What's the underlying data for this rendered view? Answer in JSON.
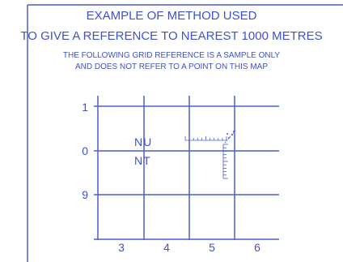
{
  "header": {
    "title_line1": "EXAMPLE OF METHOD USED",
    "title_line2": "TO GIVE A REFERENCE TO NEAREST 1000 METRES",
    "note_line1": "THE FOLLOWING GRID REFERENCE IS A SAMPLE ONLY",
    "note_line2": "AND DOES NOT REFER TO A POINT ON THIS MAP"
  },
  "grid": {
    "northing_labels": [
      "1",
      "0",
      "9"
    ],
    "easting_labels": [
      "3",
      "4",
      "5",
      "6"
    ],
    "square_upper": "NU",
    "square_lower": "NT"
  },
  "colors": {
    "ink": "#3f52c9",
    "line": "#4a5ed0",
    "background": "#ffffff"
  }
}
